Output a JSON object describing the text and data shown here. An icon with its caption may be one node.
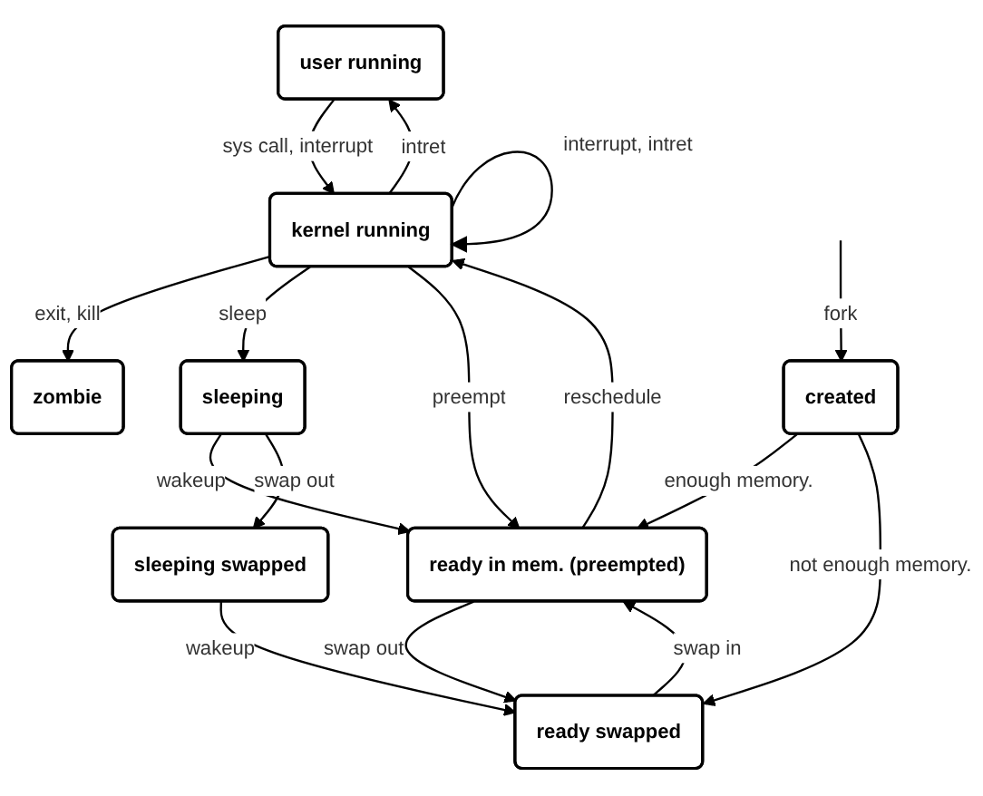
{
  "diagram": {
    "nodes": [
      {
        "text": [
          "user running"
        ]
      },
      {
        "text": [
          "kernel running"
        ]
      },
      {
        "text": [
          "zombie"
        ]
      },
      {
        "text": [
          "sleeping"
        ]
      },
      {
        "text": [
          "ready in mem. (preempted)"
        ]
      },
      {
        "text": [
          "created"
        ]
      },
      {
        "text": [
          "sleeping swapped"
        ]
      },
      {
        "text": [
          "ready swapped"
        ]
      }
    ],
    "edges": [
      {
        "from": 0,
        "to": 1,
        "arrow": "to",
        "label": "sys call, interrupt"
      },
      {
        "from": 1,
        "to": 0,
        "arrow": "to",
        "label": "intret"
      },
      {
        "from": 1,
        "to": 2,
        "arrow": "to",
        "label": "exit, kill"
      },
      {
        "from": 1,
        "to": 3,
        "arrow": "to",
        "label": "sleep"
      },
      {
        "from": 1,
        "to": 4,
        "arrow": "to",
        "label": "preempt"
      },
      {
        "from": 4,
        "to": 1,
        "arrow": "to",
        "label": "reschedule"
      },
      {
        "from": 3,
        "to": 4,
        "arrow": "to",
        "label": "wakeup"
      },
      {
        "from": 3,
        "to": 6,
        "arrow": "to",
        "label": "swap out"
      },
      {
        "from": 4,
        "to": 7,
        "arrow": "to",
        "label": "swap out"
      },
      {
        "from": 7,
        "to": 4,
        "arrow": "to",
        "label": "swap in"
      },
      {
        "from": 6,
        "to": 7,
        "arrow": "to",
        "label": "wakeup"
      },
      {
        "from": 5,
        "to": 4,
        "arrow": "to",
        "label": "enough memory."
      },
      {
        "from": 5,
        "to": 7,
        "arrow": "to",
        "label": "not enough memory."
      },
      {
        "from": null,
        "to": 5,
        "arrow": "to",
        "label": "fork"
      },
      {
        "from": 1,
        "to": 1,
        "arrow": "to",
        "label": "interrupt, intret"
      }
    ]
  }
}
